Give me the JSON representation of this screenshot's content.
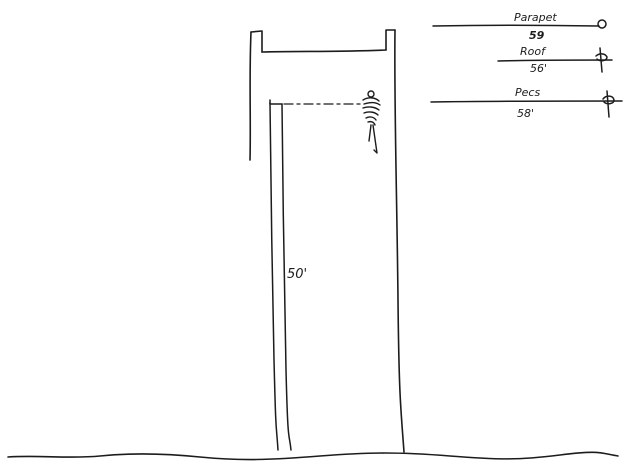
{
  "sketch": {
    "labels": {
      "building_height": "50'"
    },
    "legend": [
      {
        "name": "Parapet",
        "value": "59"
      },
      {
        "name": "Roof",
        "value": "56'"
      },
      {
        "name": "Pecs",
        "value": "58'"
      }
    ],
    "ink_color": "#1c1c1c",
    "paper_color": "#ffffff"
  }
}
